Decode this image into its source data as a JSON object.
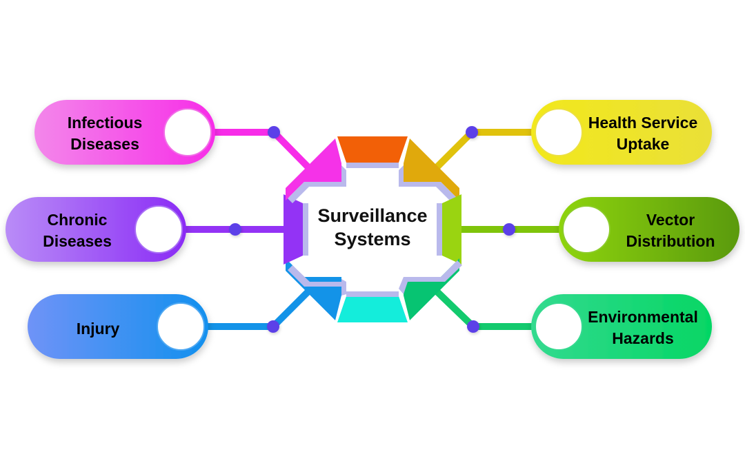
{
  "diagram": {
    "type": "hub-and-spoke-octagon",
    "center": {
      "title": "Surveillance\nSystems",
      "text_color": "#111111"
    },
    "octagon": {
      "inner_edge_color": "#b9b9ec",
      "segments": [
        {
          "name": "top",
          "color": "#f26007"
        },
        {
          "name": "top-right",
          "color": "#e0a90c"
        },
        {
          "name": "right",
          "color": "#9ad411"
        },
        {
          "name": "bottom-right",
          "color": "#07c472"
        },
        {
          "name": "bottom",
          "color": "#14eddb"
        },
        {
          "name": "bottom-left",
          "color": "#1393e8"
        },
        {
          "name": "left",
          "color": "#9333f5"
        },
        {
          "name": "top-left",
          "color": "#f532e8"
        }
      ]
    },
    "connector_dot_color": "#5b3fe8",
    "nodes": [
      {
        "id": "infectious-diseases",
        "label": "Infectious\nDiseases",
        "side": "left",
        "row": "top",
        "gradient_from": "#f387ea",
        "gradient_to": "#f72ce8",
        "connector_color": "#f72ce8",
        "dot_color": "#5b3fe8"
      },
      {
        "id": "chronic-diseases",
        "label": "Chronic\nDiseases",
        "side": "left",
        "row": "middle",
        "gradient_from": "#b98cf7",
        "gradient_to": "#8a2bf5",
        "connector_color": "#9333f5",
        "dot_color": "#5b3fe8"
      },
      {
        "id": "injury",
        "label": "Injury",
        "side": "left",
        "row": "bottom",
        "gradient_from": "#6f93f7",
        "gradient_to": "#1190ee",
        "connector_color": "#1393e8",
        "dot_color": "#5b3fe8"
      },
      {
        "id": "health-service-uptake",
        "label": "Health Service\nUptake",
        "side": "right",
        "row": "top",
        "gradient_from": "#f2e81c",
        "gradient_to": "#ebe03a",
        "connector_color": "#e0c20c",
        "dot_color": "#5b3fe8"
      },
      {
        "id": "vector-distribution",
        "label": "Vector\nDistribution",
        "side": "right",
        "row": "middle",
        "gradient_from": "#8ed409",
        "gradient_to": "#5a9a10",
        "connector_color": "#7fc40b",
        "dot_color": "#5b3fe8"
      },
      {
        "id": "environmental-hazards",
        "label": "Environmental\nHazards",
        "side": "right",
        "row": "bottom",
        "gradient_from": "#2fd98c",
        "gradient_to": "#07d666",
        "connector_color": "#13ca6e",
        "dot_color": "#5b3fe8"
      }
    ]
  }
}
